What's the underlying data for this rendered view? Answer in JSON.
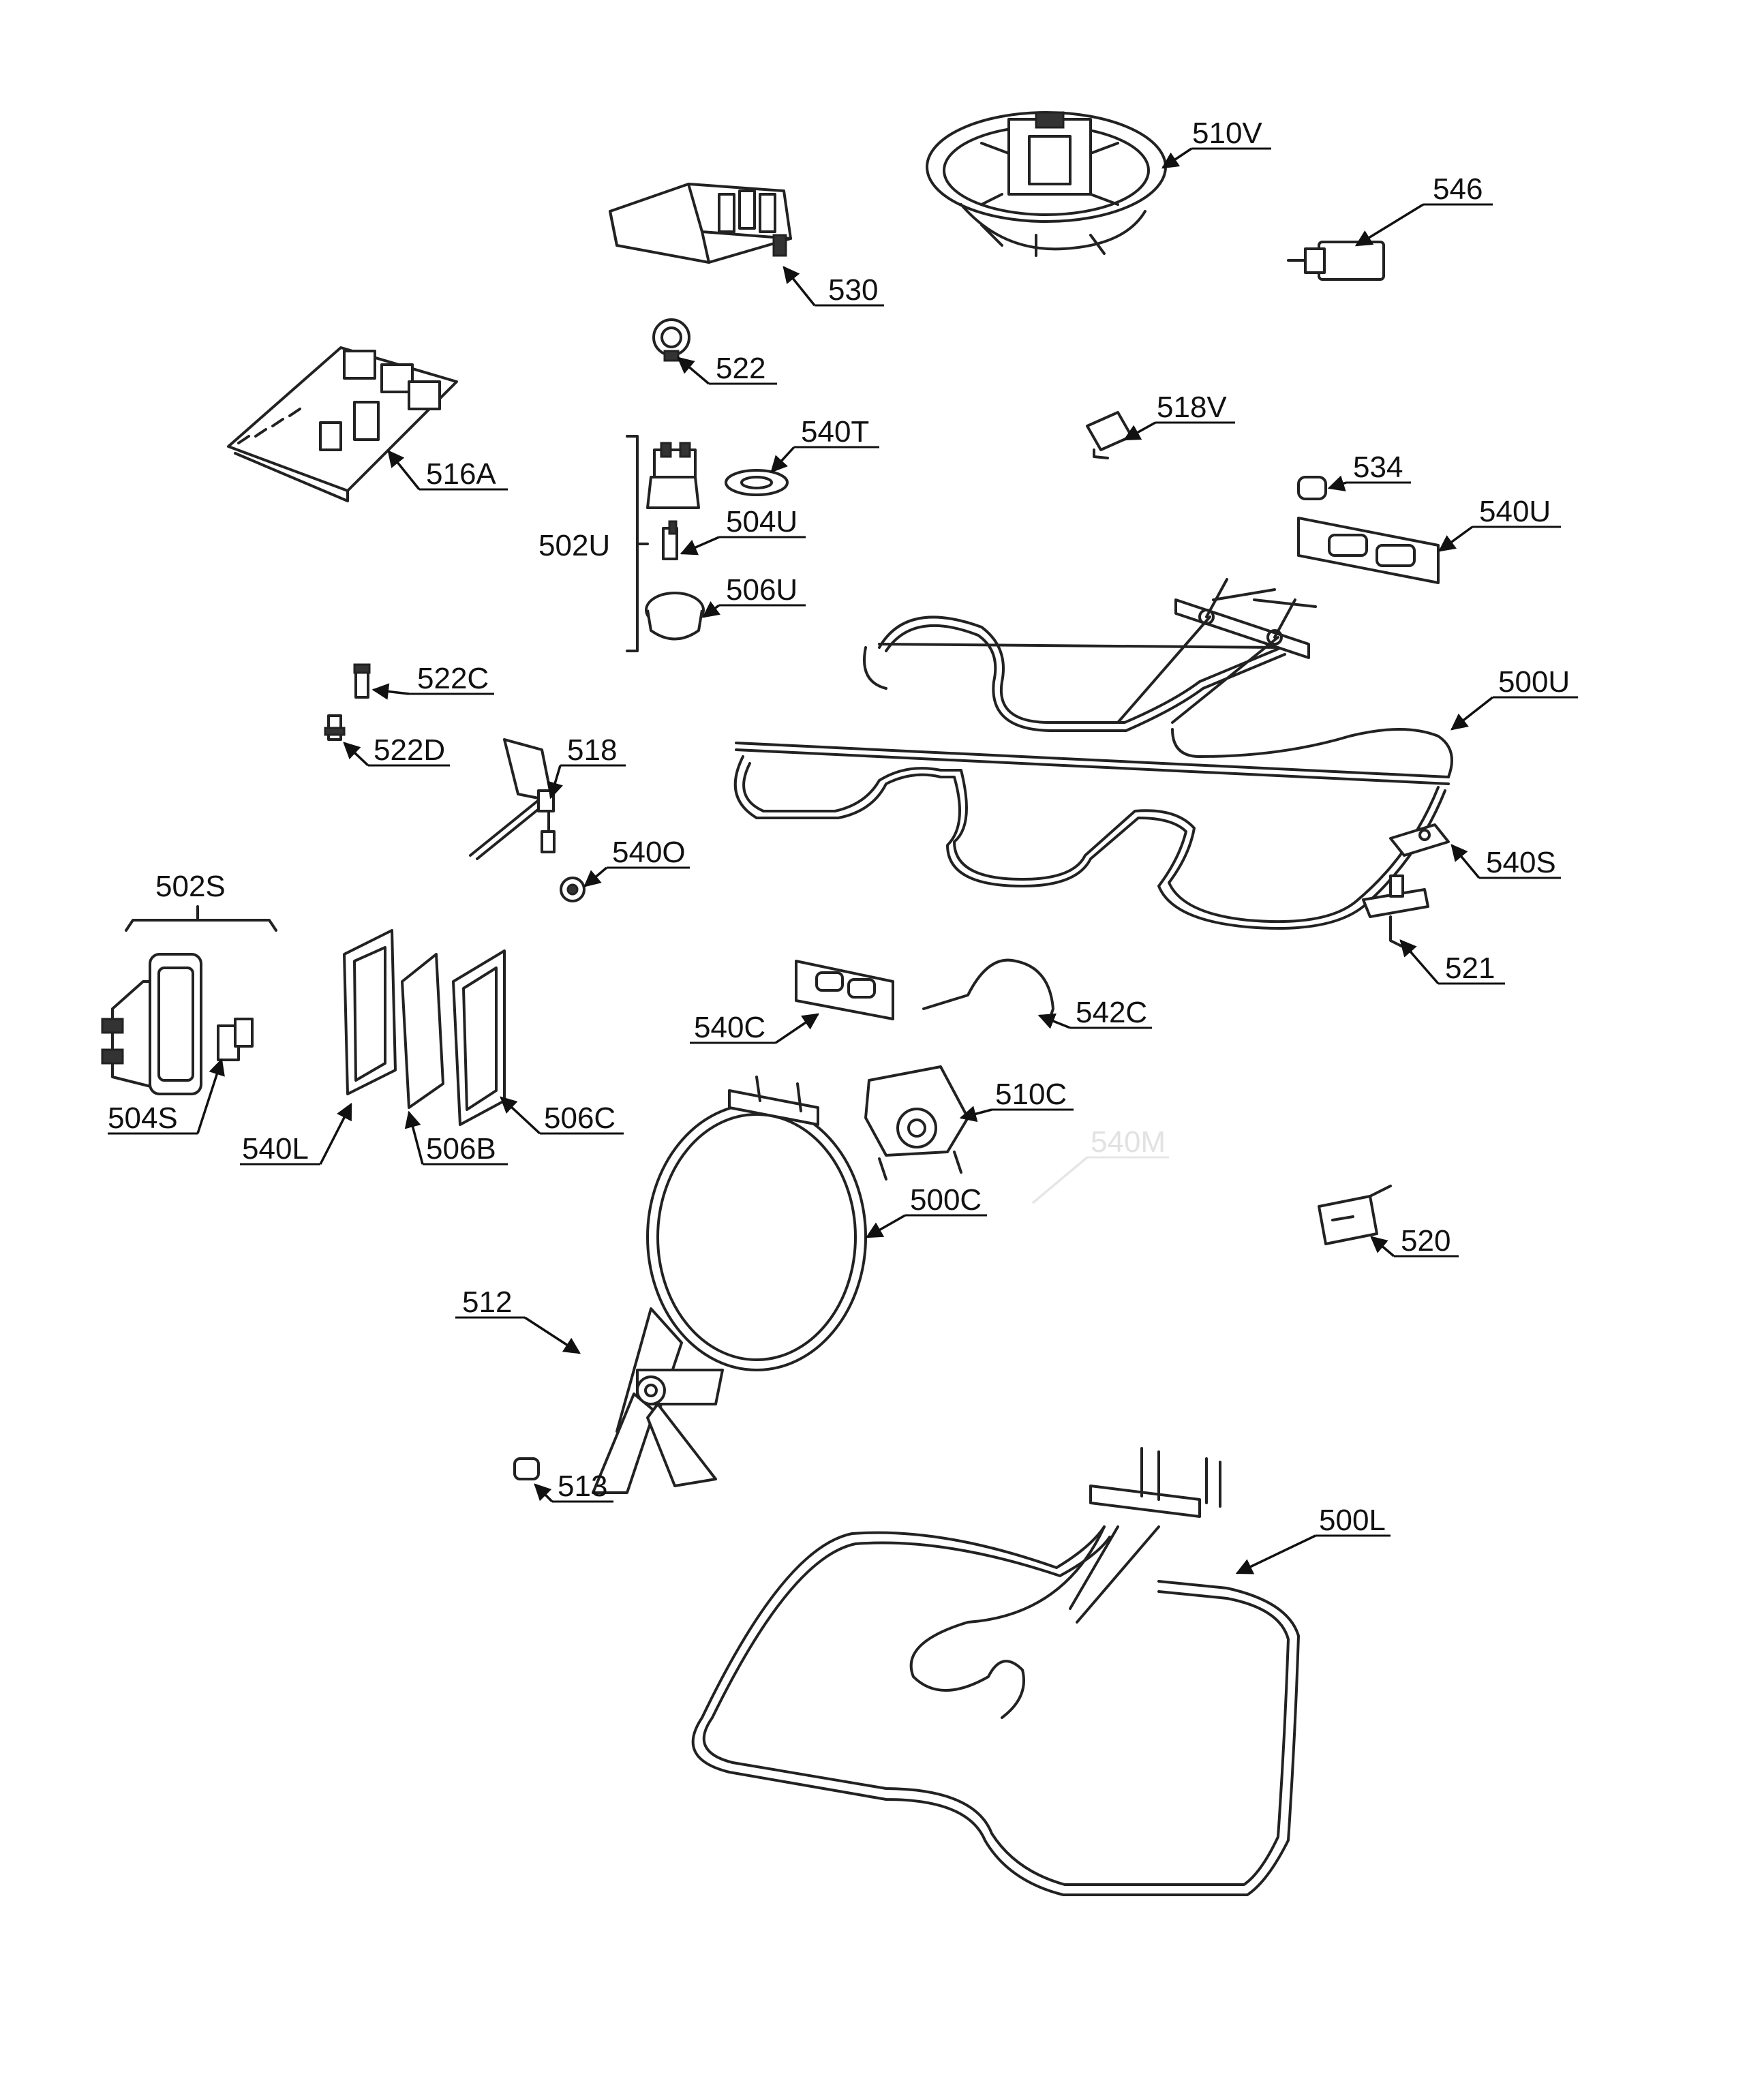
{
  "diagram": {
    "colors": {
      "ink": "#111111",
      "background": "#ffffff",
      "ghost": "#e2e2e2"
    },
    "labels": {
      "p510V": "510V",
      "p546": "546",
      "p530": "530",
      "p522": "522",
      "p516A": "516A",
      "p518V": "518V",
      "p540T": "540T",
      "p502U": "502U",
      "p504U": "504U",
      "p506U": "506U",
      "p534": "534",
      "p540U": "540U",
      "p500U": "500U",
      "p522C": "522C",
      "p522D": "522D",
      "p518": "518",
      "p540O": "540O",
      "p540S": "540S",
      "p502S": "502S",
      "p521": "521",
      "p540C": "540C",
      "p542C": "542C",
      "p504S": "504S",
      "p540L": "540L",
      "p506B": "506B",
      "p506C": "506C",
      "p510C": "510C",
      "p540M": "540M",
      "p500C": "500C",
      "p520": "520",
      "p512": "512",
      "p513": "513",
      "p500L": "500L"
    }
  }
}
